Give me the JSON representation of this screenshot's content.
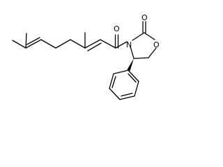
{
  "molecule": {
    "atoms": {
      "carbonyl_oxygen_acyl": "O",
      "carbonyl_oxygen_ring": "O",
      "ring_nitrogen": "N",
      "ring_oxygen": "O"
    }
  }
}
